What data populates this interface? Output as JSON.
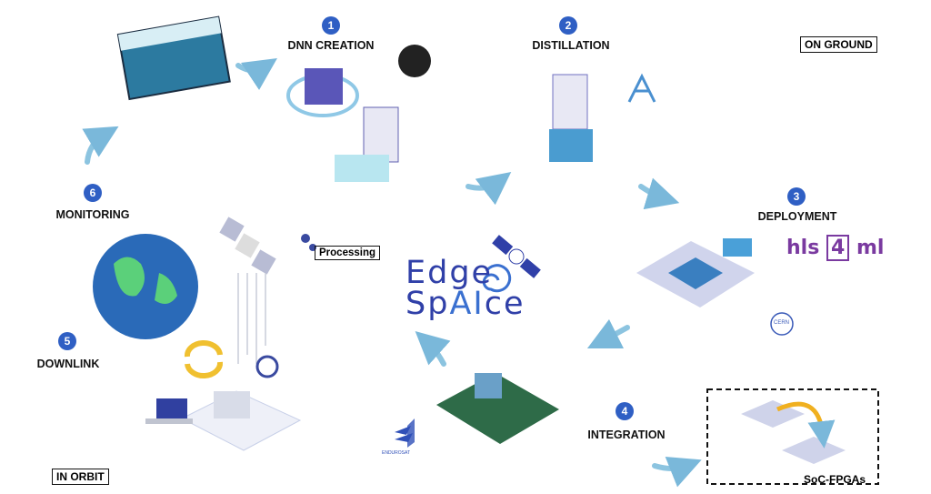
{
  "steps": [
    {
      "number": "1",
      "label": "DNN CREATION"
    },
    {
      "number": "2",
      "label": "DISTILLATION"
    },
    {
      "number": "3",
      "label": "DEPLOYMENT"
    },
    {
      "number": "4",
      "label": "INTEGRATION"
    },
    {
      "number": "5",
      "label": "DOWNLINK"
    },
    {
      "number": "6",
      "label": "MONITORING"
    }
  ],
  "regions": {
    "ground": "ON GROUND",
    "orbit": "IN ORBIT"
  },
  "processing": "Processing",
  "soc_label": "SoC-FPGAs",
  "logo": {
    "line1": "Edge",
    "line2_a": "Sp",
    "line2_b": "AI",
    "line2_c": "ce"
  },
  "hls4ml": {
    "a": "hls",
    "b": "4",
    "c": "ml"
  },
  "partners": {
    "endurosat": "ENDUROSAT",
    "cern": "CERN"
  },
  "colors": {
    "accent": "#2f5fc4",
    "logo": "#3040a8",
    "arrow": "#8cc4e0"
  }
}
